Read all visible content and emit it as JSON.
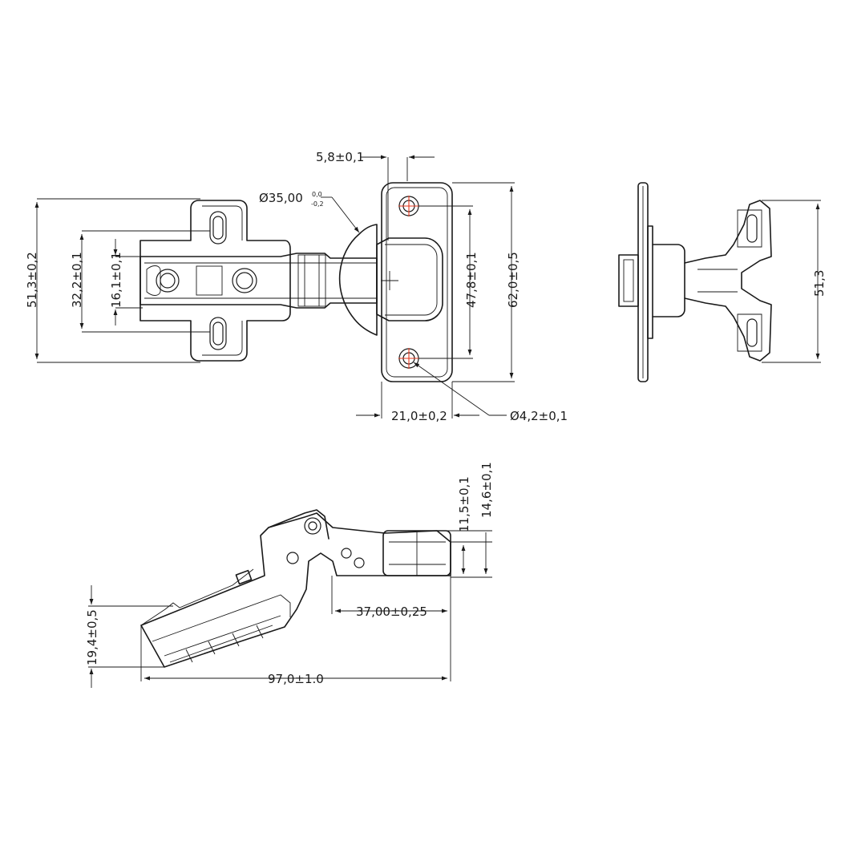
{
  "dimensions": {
    "offset": "5,8±0,1",
    "cup_diameter": "Ø35,00",
    "cup_tol_upper": "0,0",
    "cup_tol_lower": "-0,2",
    "overall_height": "51,3±0,2",
    "slot_spacing": "32,2±0,1",
    "slot_half": "16,1±0,1",
    "plate_hole_spacing": "47,8±0,1",
    "plate_height": "62,0±0,5",
    "plate_width": "21,0±0,2",
    "hole_diameter": "Ø4,2±0,1",
    "side_height": "51,3",
    "cup_depth": "11,5±0,1",
    "cup_total_depth": "14,6±0,1",
    "cup_center": "37,00±0,25",
    "base_height": "19,4±0,5",
    "overall_length": "97,0±1.0"
  },
  "colors": {
    "line": "#1a1a1a",
    "centerline": "#e5391f"
  }
}
